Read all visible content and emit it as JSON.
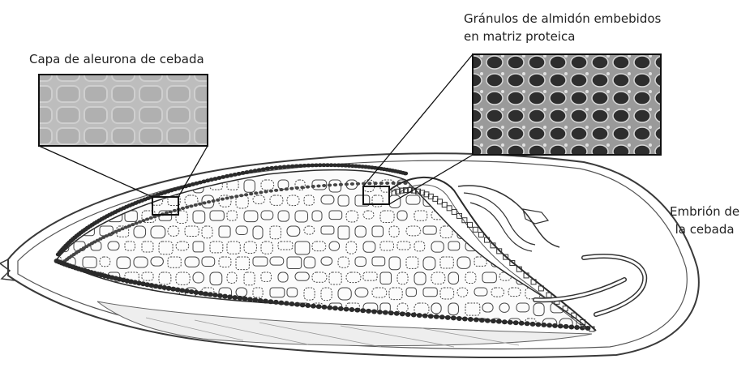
{
  "labels": {
    "aleurone": "Capa de aleurona de cebada",
    "starch_line1": "Gránulos de almidón embebidos",
    "starch_line2": "en matriz proteica",
    "embryo_line1": "Embrión de",
    "embryo_line2": "la cebada"
  },
  "colors": {
    "ink": "#2a2a2a",
    "aleurone_inset_bg": "#b9b9b9",
    "starch_inset_bg": "#3a3a3a"
  }
}
